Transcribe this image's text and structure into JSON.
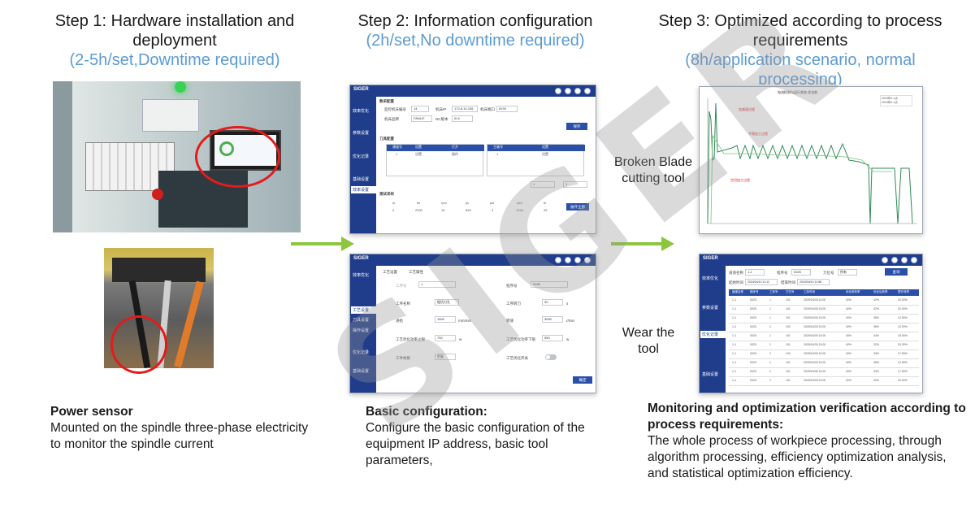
{
  "steps": [
    {
      "title": "Step 1: Hardware installation and deployment",
      "subtitle": "(2-5h/set,Downtime required)"
    },
    {
      "title": "Step 2: Information configuration",
      "subtitle": "(2h/set,No downtime required)"
    },
    {
      "title": "Step 3: Optimized according to process requirements",
      "subtitle": "(8h/application scenario, normal processing)"
    }
  ],
  "captions": {
    "power_sensor": {
      "head": "Power sensor",
      "body": "Mounted on the spindle three-phase electricity to monitor the spindle current"
    },
    "basic_config": {
      "head": "Basic configuration:",
      "body": "Configure the basic configuration of the equipment IP address, basic tool parameters,"
    },
    "monitoring": {
      "head": "Monitoring and optimization verification according to process requirements:",
      "body": "The whole process of workpiece processing, through algorithm processing, efficiency optimization analysis, and statistical optimization efficiency."
    }
  },
  "side_labels": {
    "broken_blade": "Broken Blade cutting tool",
    "wear": "Wear the tool"
  },
  "watermark": "SIGER",
  "screen_brand": "SIGER",
  "screen1": {
    "nav": [
      "效率优化",
      "参数设置",
      "优化记录",
      "基础设置",
      "效率设置"
    ],
    "section1": "数采配置",
    "labels": [
      "监控机床编号",
      "机床IP",
      "机床端口",
      "机床品牌",
      "NC版本"
    ],
    "values": [
      "14",
      "172.8.10.245",
      "8193",
      "FANUC",
      "0i-6"
    ],
    "save": "保存",
    "section2": "刀具配置",
    "table_heads": [
      "通道号",
      "设置",
      "打开",
      "主轴号",
      "设置"
    ],
    "table_row": [
      "1",
      "设置",
      "操作",
      "1",
      "设置"
    ],
    "section3": "测试采样",
    "test_heads": [
      "sl",
      "fin",
      "rpm",
      "pc",
      "pid",
      "rpm",
      "fn"
    ],
    "test_vals": [
      "0",
      "2300",
      "10",
      "899",
      "3",
      "1234",
      "25"
    ],
    "test_btn": "展开全部",
    "dropdown_a": "1",
    "dropdown_b": "1"
  },
  "screen2": {
    "nav": [
      "效率优化",
      "工艺设置",
      "刀具设置",
      "操作设置",
      "优化记录",
      "基础设置"
    ],
    "tabs": [
      "工艺设置",
      "工艺属性"
    ],
    "labels": [
      "工序号",
      "程序号",
      "工序名称",
      "工序转刀",
      "进给",
      "转速",
      "工艺优化功率上限",
      "工艺优化功率下限",
      "工件材质",
      "工艺优化开关"
    ],
    "values": [
      "1",
      "0025",
      "粗切刀孔",
      "30",
      "1500",
      "3000",
      "750",
      "550",
      "铝锭"
    ],
    "units": [
      "s",
      "mm/min",
      "r/min",
      "w",
      "w"
    ],
    "confirm": "确定"
  },
  "screen3": {
    "nav": [
      "效率优化",
      "参数设置",
      "优化记录",
      "基础设置"
    ],
    "filters": [
      "道道名称",
      "程序号",
      "刀位号"
    ],
    "filter_vals": [
      "1-1",
      "0025",
      "所有"
    ],
    "dates": [
      "起始时间",
      "2024/04/10 11:12",
      "结束时间",
      "2024/04/10 11:58"
    ],
    "query": "查询",
    "heads": [
      "道道名称",
      "程序号",
      "工序号",
      "刀位号",
      "工序时间",
      "优化前效率",
      "优化后效率",
      "提升效率"
    ],
    "rows": [
      [
        "1-1",
        "0025",
        "1",
        "101",
        "2025/04/28 13:00",
        "40%",
        "32%",
        "20.00%"
      ],
      [
        "1-1",
        "0025",
        "1",
        "101",
        "2025/04/28 13:00",
        "40%",
        "32%",
        "20.00%"
      ],
      [
        "1-1",
        "0025",
        "1",
        "101",
        "2025/04/28 13:00",
        "40%",
        "35%",
        "12.50%"
      ],
      [
        "1-1",
        "0025",
        "2",
        "102",
        "2025/04/28 13:00",
        "40%",
        "36%",
        "10.00%"
      ],
      [
        "1-1",
        "0025",
        "1",
        "101",
        "2025/04/28 13:00",
        "40%",
        "34%",
        "15.00%"
      ],
      [
        "1-1",
        "0025",
        "1",
        "101",
        "2025/04/28 13:00",
        "40%",
        "32%",
        "20.00%"
      ],
      [
        "1-1",
        "0025",
        "2",
        "102",
        "2025/04/28 13:00",
        "40%",
        "33%",
        "17.50%"
      ],
      [
        "1-1",
        "0025",
        "1",
        "101",
        "2025/04/28 13:00",
        "40%",
        "35%",
        "12.50%"
      ],
      [
        "1-1",
        "0025",
        "1",
        "101",
        "2025/04/28 13:00",
        "40%",
        "33%",
        "17.50%"
      ],
      [
        "1-1",
        "0025",
        "1",
        "101",
        "2025/04/28 13:00",
        "40%",
        "32%",
        "20.00%"
      ]
    ]
  },
  "chart": {
    "title": "电流检测与运行状态 优化前",
    "annotations": [
      "加减速过程",
      "平稳加工过程",
      "空切加工过程"
    ],
    "legend": [
      "2023年0-1点",
      "2023年0-1点"
    ],
    "colors": {
      "line1": "#2e8b57",
      "line2": "#7fbf7f",
      "annot": "#e31b1b"
    }
  },
  "colors": {
    "accent": "#5b9bd5",
    "arrow": "#8cc63f",
    "brand": "#1f3d8a",
    "ring": "#e31b1b"
  }
}
